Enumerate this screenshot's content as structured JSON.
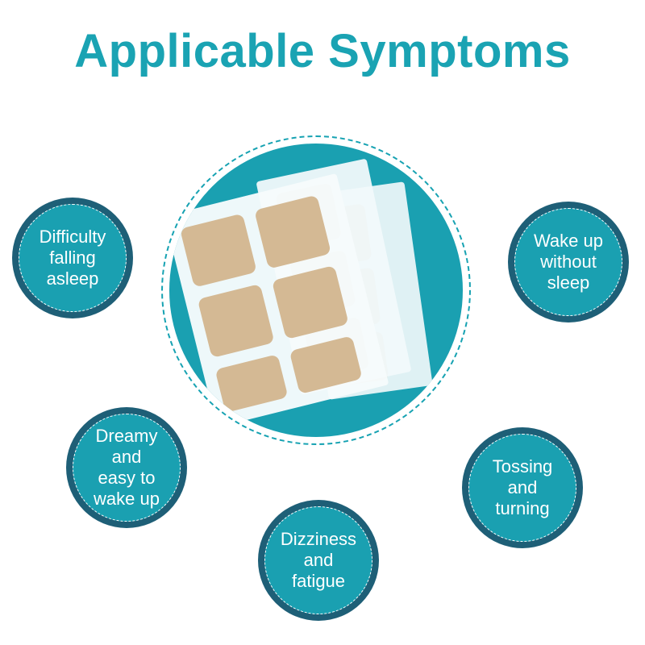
{
  "title": "Applicable Symptoms",
  "colors": {
    "title": "#1aa3b3",
    "circle_fill": "#1aa0b1",
    "circle_outer": "#1e5f77",
    "patch": "#d4b994",
    "sheet": "#eaf6f8"
  },
  "symptoms": [
    {
      "label": "Difficulty\nfalling\nasleep"
    },
    {
      "label": "Wake up\nwithout\nsleep"
    },
    {
      "label": "Dreamy\nand\neasy to\nwake up"
    },
    {
      "label": "Dizziness\nand\nfatigue"
    },
    {
      "label": "Tossing\nand\nturning"
    }
  ],
  "product_image": "sleep-patch-sheets"
}
